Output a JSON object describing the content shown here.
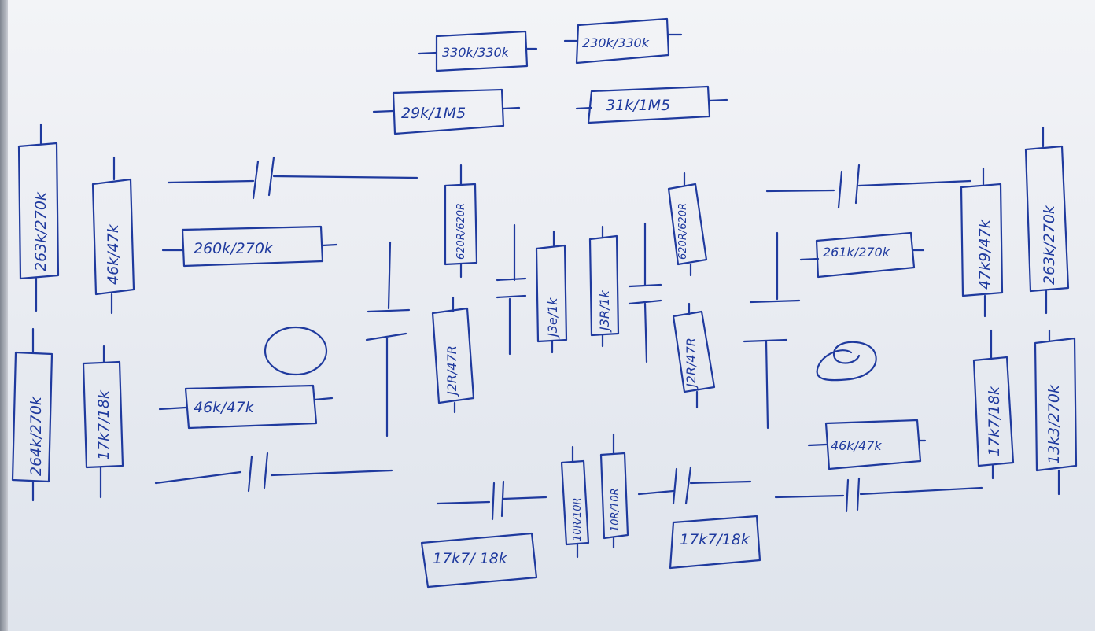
{
  "labels": {
    "r_top_left_1": "330k/330k",
    "r_top_right_1": "230k/330k",
    "r_top_left_2": "29k/1M5",
    "r_top_right_2": "31k/1M5",
    "r_left_1": "263k/270k",
    "r_left_2": "46k/47k",
    "r_left_3": "264k/270k",
    "r_left_4": "17k7/18k",
    "r_left_h1": "260k/270k",
    "r_left_h2": "46k/47k",
    "r_mid_1": "620R/620R",
    "r_mid_2": "J2R/47R",
    "r_mid_3": "J3e/1k",
    "r_mid_4": "J3R/1k",
    "r_mid_5": "620R/620R",
    "r_mid_6": "J2R/47R",
    "r_right_h1": "261k/270k",
    "r_right_h2": "46k/47k",
    "r_right_1": "47k9/47k",
    "r_right_2": "263k/270k",
    "r_right_3": "17k7/18k",
    "r_right_4": "13k3/270k",
    "r_bot_1": "10R/10R",
    "r_bot_2": "10R/10R",
    "r_bot_left": "17k7/ 18k",
    "r_bot_right": "17k7/18k"
  }
}
